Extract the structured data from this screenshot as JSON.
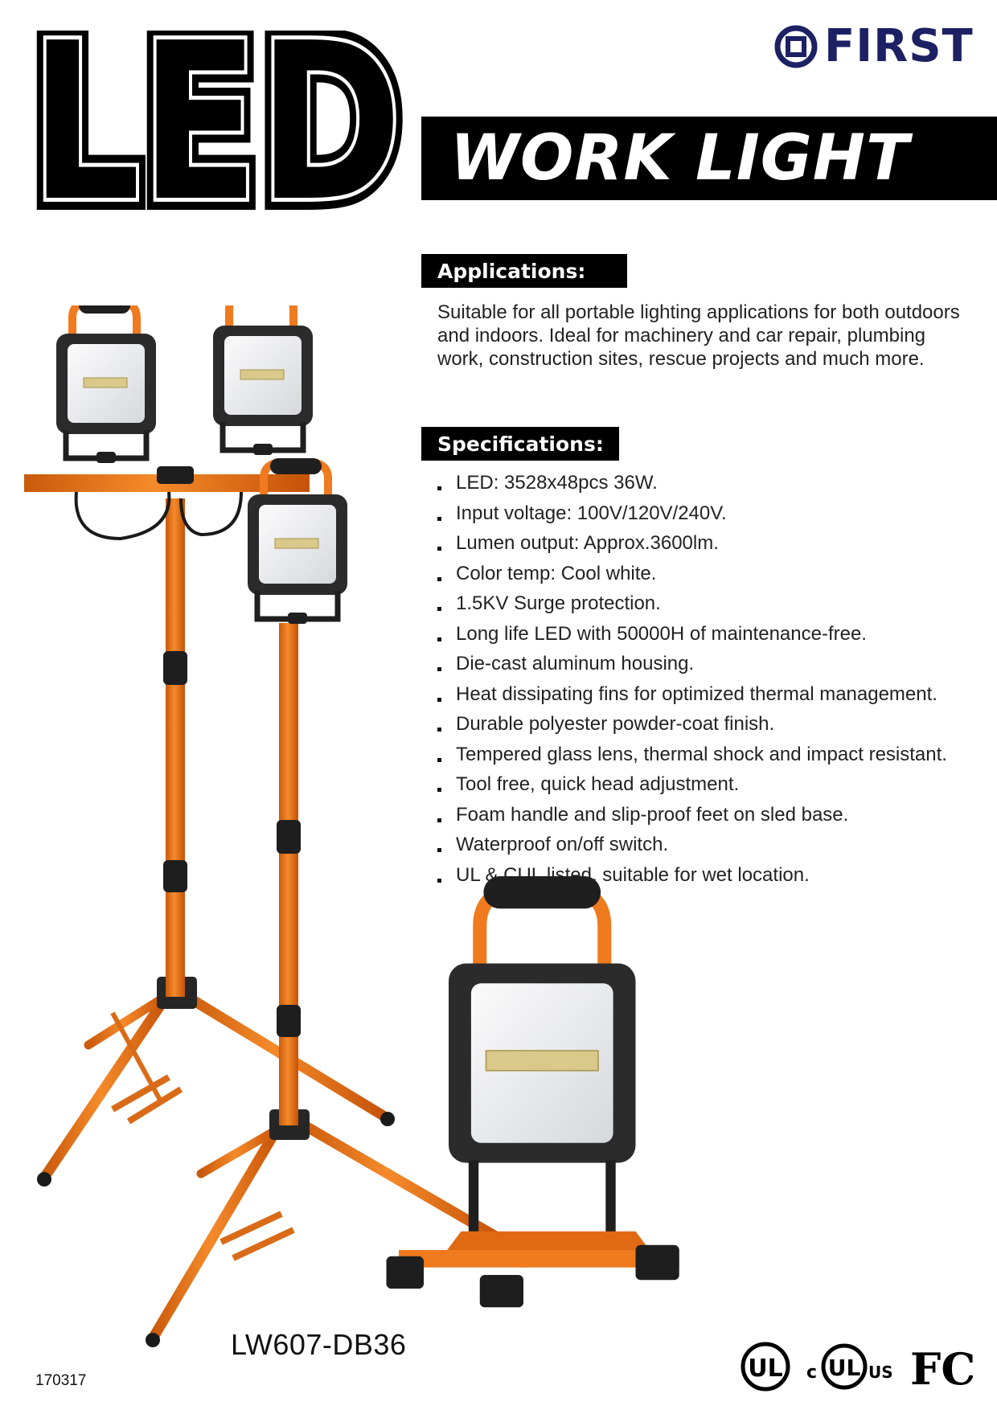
{
  "header": {
    "led_title": "LED",
    "subtitle": "WORK LIGHT",
    "brand": "FIRST"
  },
  "applications": {
    "heading": "Applications:",
    "text": "Suitable for all portable lighting applications for both outdoors and indoors. Ideal for machinery and car repair, plumbing work, construction sites, rescue projects and much more."
  },
  "specifications": {
    "heading": "Specifications:",
    "items": [
      "LED: 3528x48pcs 36W.",
      "Input voltage: 100V/120V/240V.",
      "Lumen output: Approx.3600lm.",
      "Color temp: Cool white.",
      "1.5KV Surge protection.",
      "Long life LED with 50000H of maintenance-free.",
      "Die-cast aluminum housing.",
      "Heat dissipating fins for optimized thermal management.",
      "Durable polyester powder-coat finish.",
      "Tempered glass lens, thermal shock and impact resistant.",
      "Tool free, quick head adjustment.",
      "Foam handle and slip-proof feet on sled base.",
      "Waterproof on/off switch.",
      "UL & CUL listed, suitable for wet location."
    ]
  },
  "footer": {
    "model": "LW607-DB36",
    "date_code": "170317",
    "certs": {
      "ul": "UL",
      "cul_c": "c",
      "cul_ul": "UL",
      "cul_us": "US",
      "fc": "FC"
    }
  },
  "colors": {
    "brand_navy": "#1c2163",
    "frame_orange": "#f07a1e",
    "housing_dark": "#2e2e2e"
  }
}
